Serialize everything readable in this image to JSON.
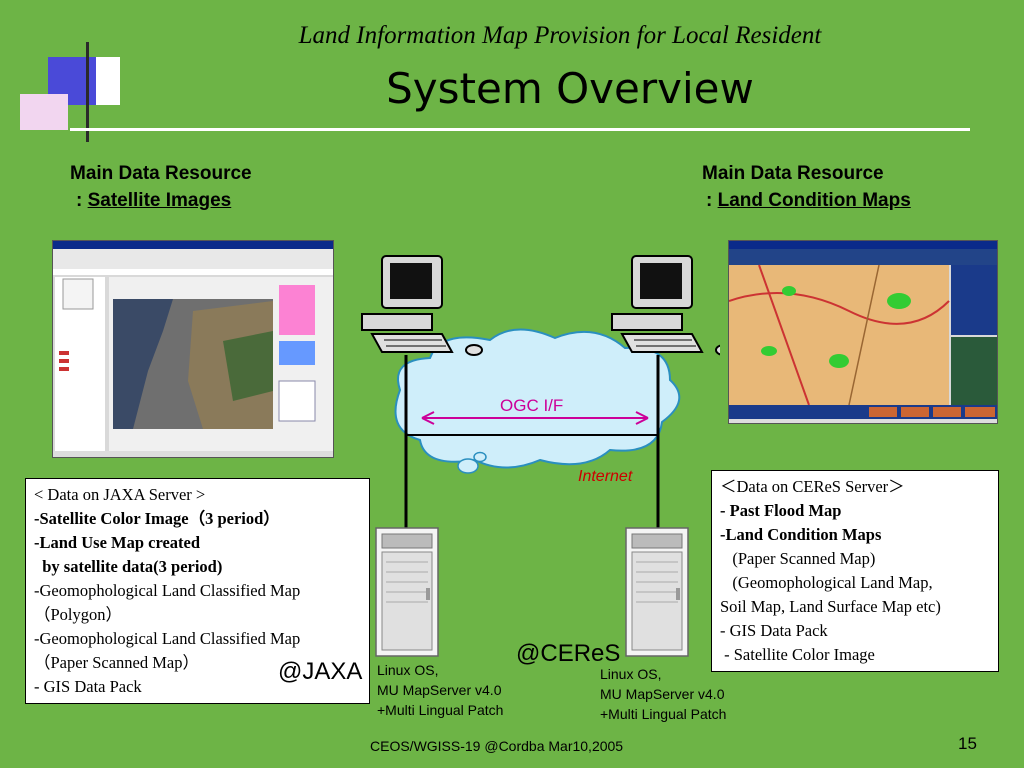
{
  "title": {
    "line1": "Land Information Map Provision for Local Resident",
    "line2": "System Overview"
  },
  "left_header": {
    "line1": "Main Data Resource",
    "prefix": ": ",
    "link": "Satellite Images"
  },
  "right_header": {
    "line1": "Main Data Resource",
    "prefix": ": ",
    "link": "Land Condition Maps"
  },
  "network": {
    "ogc_label": "OGC I/F",
    "internet_label": "Internet"
  },
  "jaxa_box": {
    "lines": [
      "< Data on JAXA Server >",
      "-Satellite Color Image（3 period）",
      "-Land Use Map created",
      "  by satellite data(3 period)",
      "-Geomophological Land Classified Map",
      "（Polygon）",
      "-Geomophological Land Classified Map",
      "（Paper Scanned Map）",
      "- GIS Data Pack"
    ],
    "tag": "@JAXA"
  },
  "ceres_box": {
    "lines": [
      "＜Data on CEReS Server＞",
      "- Past Flood Map",
      "-Land Condition Maps",
      "   (Paper Scanned Map)",
      "   (Geomophological Land Map,",
      "Soil Map, Land Surface Map etc)",
      "- GIS Data Pack",
      " - Satellite Color Image"
    ],
    "tag": "@CEReS"
  },
  "server_left": {
    "lines": [
      "Linux OS,",
      "MU MapServer v4.0",
      "+Multi Lingual Patch"
    ]
  },
  "server_right": {
    "lines": [
      "Linux OS,",
      "MU MapServer v4.0",
      "+Multi Lingual Patch"
    ]
  },
  "footer": {
    "text": "CEOS/WGISS-19 @Cordba Mar10,2005",
    "page": "15"
  },
  "colors": {
    "background": "#6db446",
    "accent_blue": "#4a4ad8",
    "accent_pink": "#f2d6f0",
    "internet_red": "#cc0000",
    "ogc_magenta": "#cc0099",
    "cloud": "#cfeefa"
  }
}
